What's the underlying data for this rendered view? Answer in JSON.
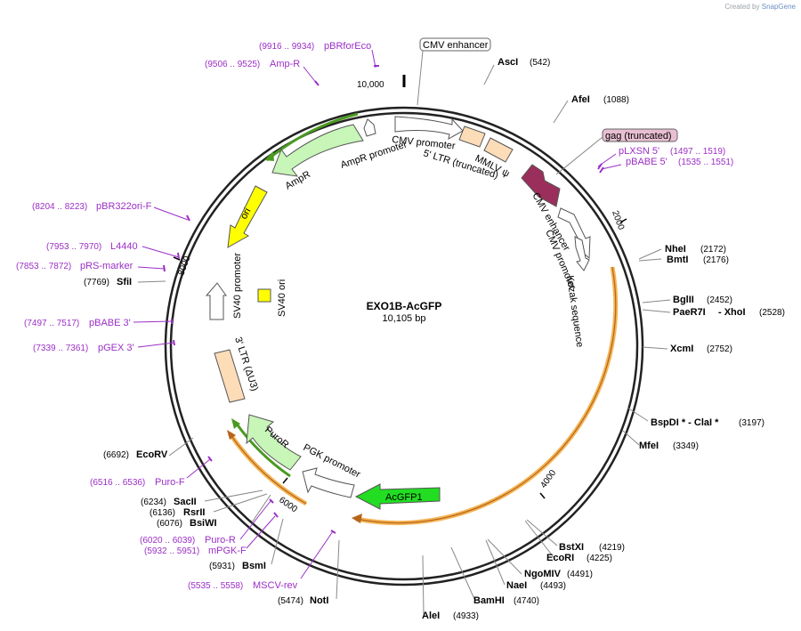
{
  "credit": {
    "prefix": "Created by",
    "brand": "SnapGene"
  },
  "plasmid": {
    "name": "EXO1B-AcGFP",
    "size": "10,105 bp"
  },
  "ticks": [
    "10,000",
    "2000",
    "4000",
    "6000",
    "8000"
  ],
  "enzymes": [
    {
      "name": "AscI",
      "pos": "(542)"
    },
    {
      "name": "AfeI",
      "pos": "(1088)"
    },
    {
      "name": "NheI",
      "pos": "(2172)"
    },
    {
      "name": "BmtI",
      "pos": "(2176)"
    },
    {
      "name": "BglII",
      "pos": "(2452)"
    },
    {
      "name": "PaeR7I",
      "name2": "- XhoI",
      "pos": "(2528)"
    },
    {
      "name": "XcmI",
      "pos": "(2752)"
    },
    {
      "name": "BspDI * - ClaI *",
      "pos": "(3197)"
    },
    {
      "name": "MfeI",
      "pos": "(3349)"
    },
    {
      "name": "BstXI",
      "pos": "(4219)"
    },
    {
      "name": "EcoRI",
      "pos": "(4225)"
    },
    {
      "name": "NgoMIV",
      "pos": "(4491)"
    },
    {
      "name": "NaeI",
      "pos": "(4493)"
    },
    {
      "name": "BamHI",
      "pos": "(4740)"
    },
    {
      "name": "AleI",
      "pos": "(4933)"
    },
    {
      "name": "NotI",
      "pos": "(5474)"
    },
    {
      "name": "BsmI",
      "pos": "(5931)"
    },
    {
      "name": "BsiWI",
      "pos": "(6076)"
    },
    {
      "name": "RsrII",
      "pos": "(6136)"
    },
    {
      "name": "SacII",
      "pos": "(6234)"
    },
    {
      "name": "EcoRV",
      "pos": "(6692)"
    },
    {
      "name": "SfiI",
      "pos": "(7769)"
    }
  ],
  "primers": [
    {
      "name": "pBRforEco",
      "pos": "(9916 .. 9934)"
    },
    {
      "name": "Amp-R",
      "pos": "(9506 .. 9525)"
    },
    {
      "name": "pLXSN 5'",
      "pos": "(1497 .. 1519)"
    },
    {
      "name": "pBABE 5'",
      "pos": "(1535 .. 1551)"
    },
    {
      "name": "pBR322ori-F",
      "pos": "(8204 .. 8223)"
    },
    {
      "name": "L4440",
      "pos": "(7953 .. 7970)"
    },
    {
      "name": "pRS-marker",
      "pos": "(7853 .. 7872)"
    },
    {
      "name": "pBABE 3'",
      "pos": "(7497 .. 7517)"
    },
    {
      "name": "pGEX 3'",
      "pos": "(7339 .. 7361)"
    },
    {
      "name": "Puro-F",
      "pos": "(6516 .. 6536)"
    },
    {
      "name": "Puro-R",
      "pos": "(6020 .. 6039)"
    },
    {
      "name": "mPGK-F",
      "pos": "(5932 .. 5951)"
    },
    {
      "name": "MSCV-rev",
      "pos": "(5535 .. 5558)"
    }
  ],
  "features": {
    "cmv_enhancer_box": "CMV enhancer",
    "gag_box": "gag (truncated)",
    "cmv_promoter": "CMV promoter",
    "ltr5": "5' LTR (truncated)",
    "mmlv": "MMLV ψ",
    "cmv_enhancer_inner": "CMV enhancer",
    "cmv_promoter_inner": "CMV promoter",
    "kozak": "Kozak sequence",
    "ampr_promoter": "AmpR promoter",
    "ampr": "AmpR",
    "ori": "ori",
    "sv40_promoter": "SV40 promoter",
    "sv40_ori": "SV40 ori",
    "ltr3": "3' LTR (ΔU3)",
    "puror": "PuroR",
    "pgk_promoter": "PGK promoter",
    "acgfp1": "AcGFP1"
  },
  "colors": {
    "primer": "#9b2fc6",
    "ltr": "#fddcb8",
    "ori": "#ffff00",
    "gag": "#9b2f5c",
    "gag_box": "#e8bfd2",
    "ampr": "#c8f5b8",
    "acgfp": "#22dd22",
    "orf_arc": "#f5b453",
    "green_arc": "#4a9a20"
  }
}
